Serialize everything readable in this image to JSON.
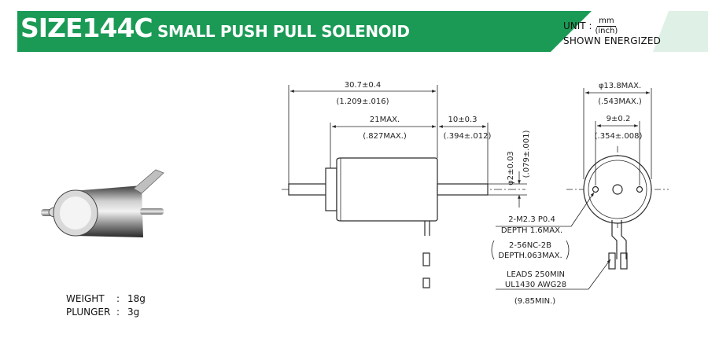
{
  "header": {
    "model": "SIZE144C",
    "product": "SMALL PUSH PULL SOLENOID",
    "unit_label": "UNIT :",
    "unit_num": "mm",
    "unit_den": "(inch)",
    "shown": "SHOWN ENERGIZED"
  },
  "colors": {
    "banner": "#1a9a55",
    "banner_light": "#6cc494",
    "line": "#2a2a2a"
  },
  "dims": {
    "overall_mm": "30.7±0.4",
    "overall_in": "(1.209±.016)",
    "body_mm": "21MAX.",
    "body_in": "(.827MAX.)",
    "stroke_mm": "10±0.3",
    "stroke_in": "(.394±.012)",
    "plunger_dia_mm": "φ2±0.03",
    "plunger_dia_in": "(.079±.001)",
    "outer_dia_mm": "φ13.8MAX.",
    "outer_dia_in": "(.543MAX.)",
    "hole_pitch_mm": "9±0.2",
    "hole_pitch_in": "(.354±.008)"
  },
  "notes": {
    "screw_metric": "2-M2.3 P0.4",
    "screw_metric_depth": "DEPTH 1.6MAX.",
    "screw_unc": "2-56NC-2B",
    "screw_unc_depth": "DEPTH.063MAX.",
    "leads_1": "LEADS 250MIN",
    "leads_2": "UL1430 AWG28",
    "leads_3": "(9.85MIN.)"
  },
  "specs": [
    {
      "label": "WEIGHT",
      "sep": ":",
      "value": "18g"
    },
    {
      "label": "PLUNGER",
      "sep": ":",
      "value": "3g"
    }
  ]
}
